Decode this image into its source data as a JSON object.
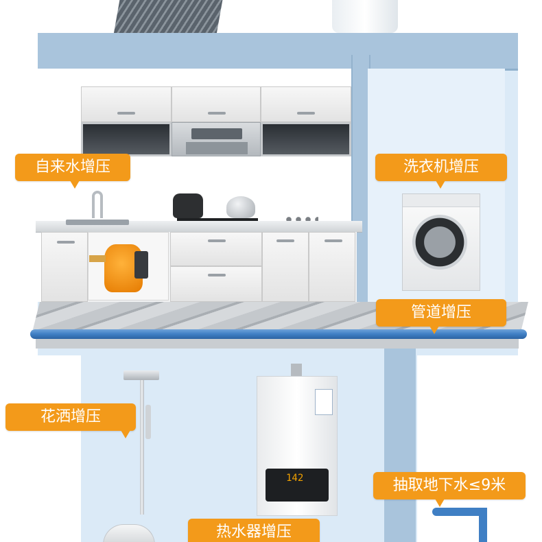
{
  "labels": {
    "tap_water": "自来水增压",
    "washing_machine": "洗衣机增压",
    "pipeline": "管道增压",
    "shower": "花洒增压",
    "well_draw": "抽取地下水≤9米",
    "water_heater": "热水器增压"
  },
  "heater_display": "142",
  "colors": {
    "callout": "#f39a1a",
    "wall": "#dbeaf7",
    "wall_frame": "#a6c0d8",
    "pipe": "#3f7fc4",
    "floor": "#b9bdc2"
  }
}
